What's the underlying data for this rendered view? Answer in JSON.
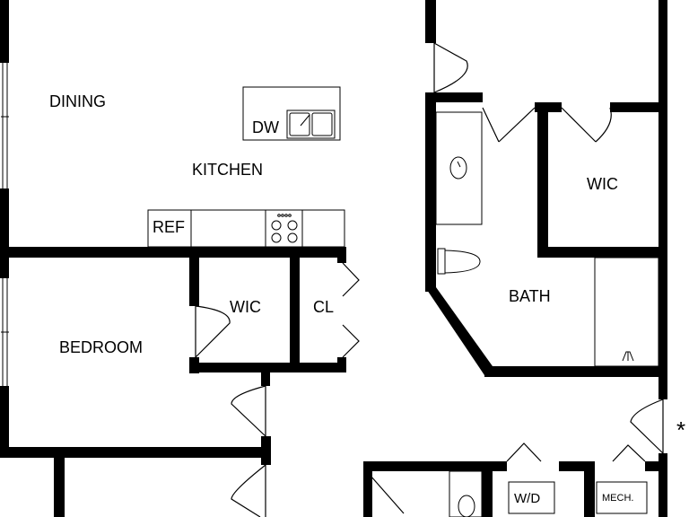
{
  "colors": {
    "wall": "#000000",
    "fixture": "#000000",
    "background": "#ffffff"
  },
  "rooms": {
    "dining": "DINING",
    "kitchen": "KITCHEN",
    "bedroom": "BEDROOM",
    "wic_bedroom": "WIC",
    "closet": "CL",
    "bath": "BATH",
    "wic_bath": "WIC"
  },
  "fixtures": {
    "dishwasher": "DW",
    "refrigerator": "REF",
    "washer_dryer": "W/D",
    "mechanical": "MECH."
  },
  "marker": "*"
}
